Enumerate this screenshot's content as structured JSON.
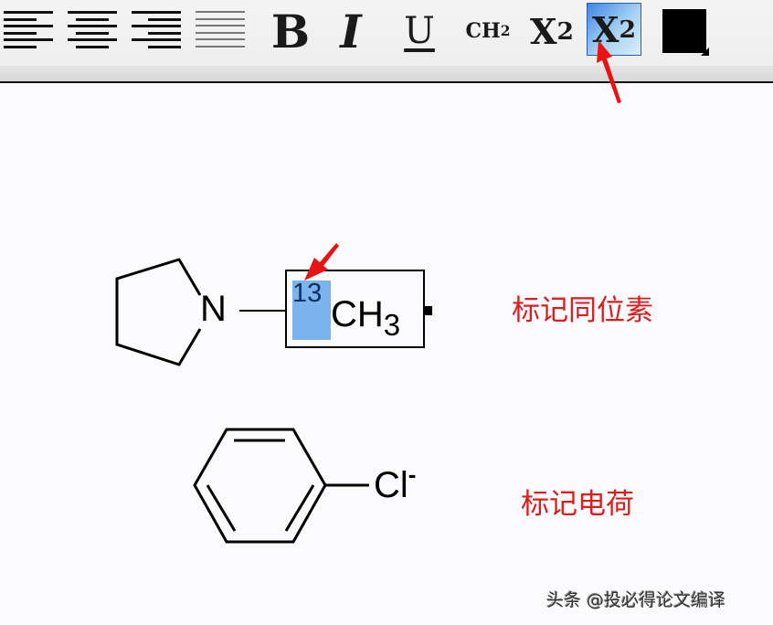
{
  "toolbar": {
    "buttons": [
      {
        "name": "align-left",
        "icon": "align-left-icon"
      },
      {
        "name": "align-center",
        "icon": "align-center-icon"
      },
      {
        "name": "align-right",
        "icon": "align-right-icon"
      },
      {
        "name": "justify",
        "icon": "justify-icon"
      },
      {
        "name": "bold",
        "label": "B"
      },
      {
        "name": "italic",
        "label": "I"
      },
      {
        "name": "underline",
        "label": "U"
      },
      {
        "name": "formula",
        "label": "CH",
        "sub": "2"
      },
      {
        "name": "subscript",
        "label": "X",
        "sub": "2"
      },
      {
        "name": "superscript",
        "label": "X",
        "sup": "2",
        "active": true
      },
      {
        "name": "text-color",
        "color": "#000000"
      }
    ]
  },
  "canvas": {
    "molecule1": {
      "atom_n": "N",
      "isotope": "13",
      "group": "CH",
      "group_sub": "3",
      "annotation": "标记同位素"
    },
    "molecule2": {
      "atom": "Cl",
      "charge": "-",
      "annotation": "标记电荷"
    }
  },
  "watermark": "头条 @投必得论文编译",
  "colors": {
    "annotation": "#d81e1e",
    "arrow": "#e81414",
    "selection": "#7ab4ec",
    "active_button": "#3d86e6"
  }
}
